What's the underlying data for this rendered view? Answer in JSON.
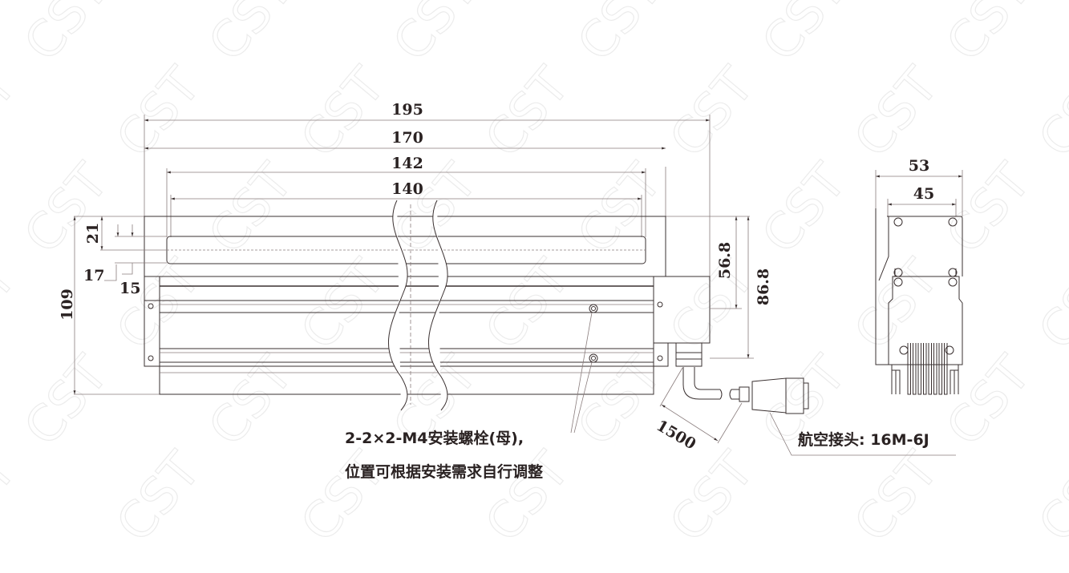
{
  "watermark": "CST",
  "front_view": {
    "dimensions": {
      "overall_length": "195",
      "body_length": "170",
      "slot_outer": "142",
      "slot_inner": "140",
      "height": "109",
      "slot_offset": "21",
      "offset_17": "17",
      "offset_15": "15",
      "height_56_8": "56.8",
      "height_86_8": "86.8",
      "cable_length": "1500"
    },
    "annotations": {
      "mount_screws": "2-2×2-M4安装螺栓(母),",
      "mount_note": "位置可根据安装需求自行调整",
      "connector": "航空接头: 16M-6J"
    }
  },
  "side_view": {
    "dimensions": {
      "width_outer": "53",
      "width_inner": "45"
    }
  },
  "colors": {
    "line": "#3a3030",
    "text": "#2a2222"
  }
}
